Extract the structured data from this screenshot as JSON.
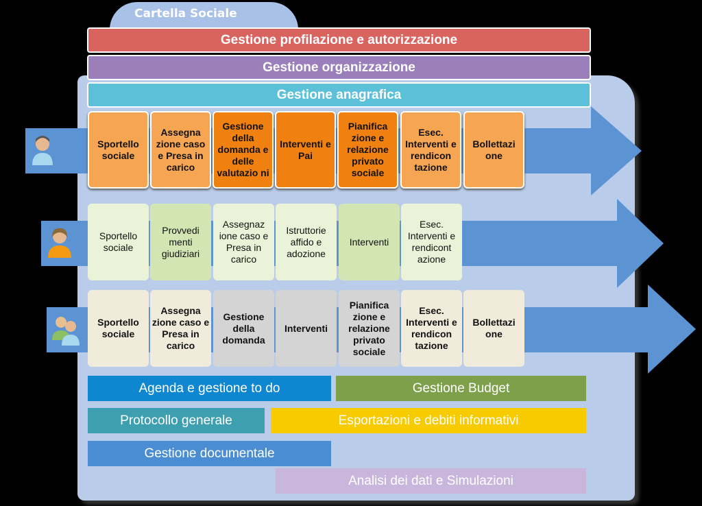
{
  "title": "Cartella Sociale",
  "top_bars": [
    "Gestione profilazione e autorizzazione",
    "Gestione organizzazione",
    "Gestione anagrafica"
  ],
  "rows": [
    {
      "user": "operator-male",
      "boxes": [
        "Sportello sociale",
        "Assegna zione caso e Presa in carico",
        "Gestione della domanda e delle valutazio ni",
        "Interventi e Pai",
        "Pianifica zione e relazione privato sociale",
        "Esec. Interventi e rendicon tazione",
        "Bollettazi one"
      ]
    },
    {
      "user": "operator-female",
      "boxes": [
        "Sportello sociale",
        "Provvedi menti giudiziari",
        "Assegnaz ione caso e Presa in carico",
        "Istruttorie affido e adozione",
        "Interventi",
        "Esec. Interventi e rendicont azione"
      ]
    },
    {
      "user": "user-group",
      "boxes": [
        "Sportello sociale",
        "Assegna zione caso e Presa in carico",
        "Gestione della domanda",
        "Interventi",
        "Pianifica zione e relazione privato sociale",
        "Esec. Interventi e rendicon tazione",
        "Bollettazi one"
      ]
    }
  ],
  "modules": [
    "Agenda e gestione to do",
    "Gestione Budget",
    "Protocollo generale",
    "Esportazioni e debiti informativi",
    "Gestione documentale",
    "Analisi dei dati e  Simulazioni"
  ],
  "colors": {
    "profilazione": "#d9645f",
    "organizzazione": "#9a7fbb",
    "anagrafica": "#5bc0d8",
    "arrow": "#5b93d3"
  }
}
